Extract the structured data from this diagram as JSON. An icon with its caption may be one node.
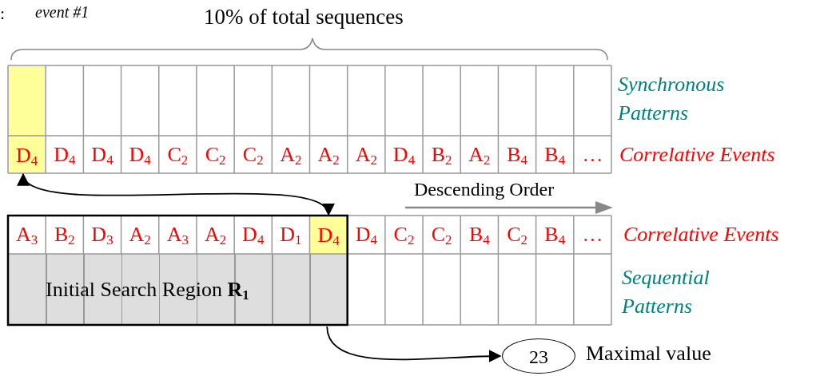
{
  "diagram": {
    "nodes": [
      {
        "text": [
          "D$_{4}$"
        ]
      },
      {
        "text": [
          "D$_{4}$"
        ]
      },
      {
        "text": [
          "Initial Search Region **R**$_{1}$"
        ]
      },
      {
        "text": [
          "23"
        ],
        "beside": [
          "Maximal value"
        ]
      }
    ],
    "edges": [
      {
        "from": 0,
        "to": 1,
        "arrow": "both"
      },
      {
        "from": 2,
        "to": 3,
        "arrow": "to"
      }
    ],
    "labels": [
      ":",
      "event #1",
      "10% of total sequences",
      "Synchronous Patterns",
      "D$_{4}$",
      "D$_{4}$",
      "D$_{4}$",
      "C$_{2}$",
      "C$_{2}$",
      "C$_{2}$",
      "A$_{2}$",
      "A$_{2}$",
      "A$_{2}$",
      "D$_{4}$",
      "B$_{2}$",
      "A$_{2}$",
      "B$_{4}$",
      "B$_{4}$",
      "…",
      "Correlative Events",
      "Descending Order",
      "A$_{3}$",
      "B$_{2}$",
      "D$_{3}$",
      "A$_{2}$",
      "A$_{3}$",
      "A$_{2}$",
      "D$_{4}$",
      "D$_{1}$",
      "D$_{4}$",
      "C$_{2}$",
      "C$_{2}$",
      "B$_{4}$",
      "C$_{2}$",
      "B$_{4}$",
      "…",
      "Correlative Events",
      "Sequential Patterns"
    ]
  }
}
